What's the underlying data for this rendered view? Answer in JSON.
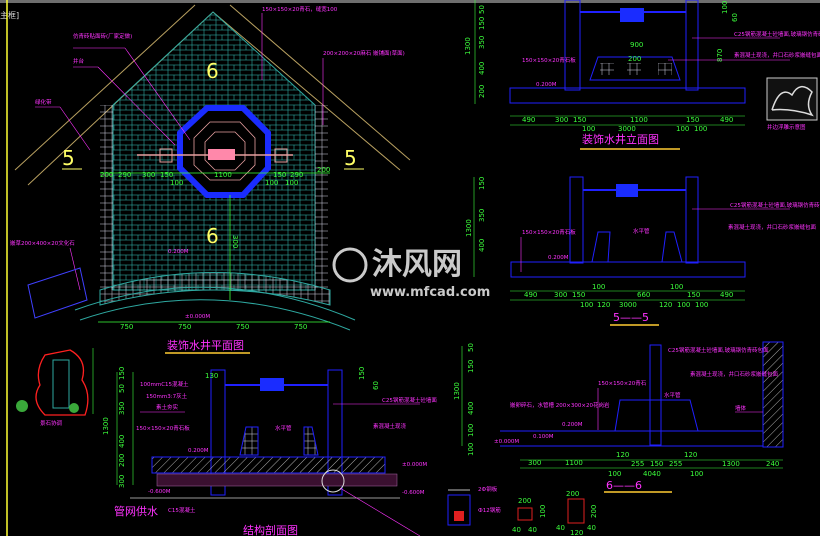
{
  "window": {
    "frame_label": "主框]"
  },
  "plan": {
    "title": "装饰水井平面图",
    "section_marks": [
      "5",
      "5",
      "6",
      "6"
    ],
    "dims_row": [
      "200",
      "290",
      "300",
      "150",
      "1100",
      "150",
      "290",
      "200"
    ],
    "dims_sub": [
      "100",
      "100",
      "100"
    ],
    "dims_bottom": [
      "750",
      "750",
      "750",
      "750"
    ],
    "dim_vertical": "300",
    "notes": [
      "150×150×20青石，缝宽100",
      "仿青砖贴面砖(厂家定做)",
      "井台",
      "绿化带",
      "200×200×20麻石 嵌铺面(草面)",
      "嵌草200×400×20文化石"
    ],
    "levels": [
      "0.200M",
      "±0.000M"
    ]
  },
  "elevation": {
    "title": "装饰水井立面图",
    "dims_bottom": [
      "490",
      "300",
      "150",
      "1100",
      "150",
      "490"
    ],
    "dims_sub": [
      "100",
      "3000",
      "100",
      "100"
    ],
    "dims_left": [
      "1300",
      "50",
      "150",
      "350",
      "400",
      "200"
    ],
    "dims_top": [
      "900",
      "200"
    ],
    "dims_right": [
      "100",
      "60",
      "870"
    ],
    "notes": [
      "C25钢筋混凝土砼墙面,玻璃钢仿青砖包面",
      "素混凝土现浇，井口石砂浆嵌缝包面",
      "150×150×20青石板"
    ],
    "level": "0.200M",
    "relief_caption": "井边浮雕示意图"
  },
  "section5": {
    "title": "5——5",
    "dims_bottom": [
      "490",
      "300",
      "150",
      "100",
      "660",
      "100",
      "150",
      "490"
    ],
    "dims_sub": [
      "100",
      "120",
      "3000",
      "120",
      "100",
      "100"
    ],
    "dims_left": [
      "1300",
      "150",
      "350",
      "400"
    ],
    "notes": [
      "C25钢筋混凝土砼墙面,玻璃钢仿青砖包面",
      "素混凝土现浇，井口石砂浆嵌缝包面",
      "150×150×20青石板",
      "水平管"
    ],
    "level": "0.200M"
  },
  "section6": {
    "title": "6——6",
    "dims_bottom": [
      "300",
      "1100",
      "120",
      "255",
      "150",
      "255",
      "120",
      "1300",
      "240"
    ],
    "dims_sub": [
      "100",
      "4040",
      "100"
    ],
    "dims_left": [
      "1300",
      "50",
      "150",
      "400",
      "100",
      "100"
    ],
    "notes": [
      "C25钢筋混凝土砼墙面,玻璃钢仿青砖包面",
      "素混凝土现浇，井口石砂浆嵌缝包面",
      "150×150×20青石",
      "嵌卵碎石，水管槽 200×300×20花岗岩",
      "水平管",
      "墙体"
    ],
    "levels": [
      "±0.000M",
      "0.100M",
      "0.200M"
    ]
  },
  "structure": {
    "title": "结构剖面图",
    "supply_label": "管网供水",
    "dims_left": [
      "1300",
      "150",
      "50",
      "350",
      "400",
      "200",
      "300"
    ],
    "dims_top": [
      "130",
      "150",
      "60"
    ],
    "notes": [
      "100mmC15混凝土",
      "150mm3:7灰土",
      "素土夯实",
      "150×150×20青石板",
      "C25钢筋混凝土砼墙面",
      "素混凝土现浇",
      "水平管",
      "C15混凝土"
    ],
    "levels": [
      "0.200M",
      "-0.600M",
      "±0.000M",
      "-0.600M"
    ],
    "rock_caption": "景石协调"
  },
  "details": {
    "notes": [
      "2Ф钢板",
      "Ф12钢筋"
    ],
    "dims_a": [
      "200",
      "100",
      "40",
      "40"
    ],
    "dims_b": [
      "200",
      "200",
      "40",
      "120",
      "40"
    ]
  },
  "watermark": {
    "brand": "沐风网",
    "url": "www.mfcad.com"
  },
  "colors": {
    "background": "#000000",
    "dimension": "#3cff3c",
    "annotation": "#ff33ff",
    "structure": "#2020ff",
    "brick": "#2ea8a0",
    "roof": "#b8a060",
    "section_mark": "#ffff66"
  }
}
